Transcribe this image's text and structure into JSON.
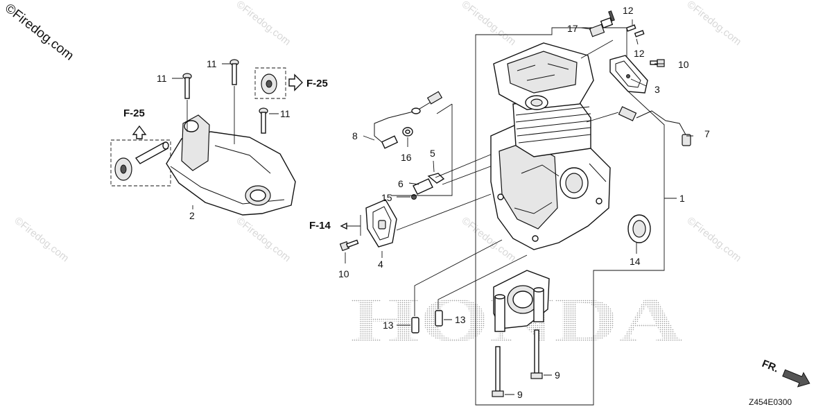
{
  "corner_watermark": "©Firedog.com",
  "watermark_text": "©Firedog.com",
  "brand_mark": "HONDA",
  "diagram_code": "Z454E0300",
  "front_indicator": "FR.",
  "refs": {
    "f25_left": "F-25",
    "f25_right": "F-25",
    "f14": "F-14"
  },
  "callouts": {
    "c1": "1",
    "c2": "2",
    "c3": "3",
    "c4": "4",
    "c5": "5",
    "c6": "6",
    "c7": "7",
    "c8": "8",
    "c9a": "9",
    "c9b": "9",
    "c10a": "10",
    "c10b": "10",
    "c11a": "11",
    "c11b": "11",
    "c11c": "11",
    "c12a": "12",
    "c12b": "12",
    "c13a": "13",
    "c13b": "13",
    "c14": "14",
    "c15": "15",
    "c16": "16",
    "c17": "17"
  },
  "colors": {
    "line": "#111111",
    "watermark": "#d8d8d8",
    "brand_dots": "#9a9a9a"
  }
}
